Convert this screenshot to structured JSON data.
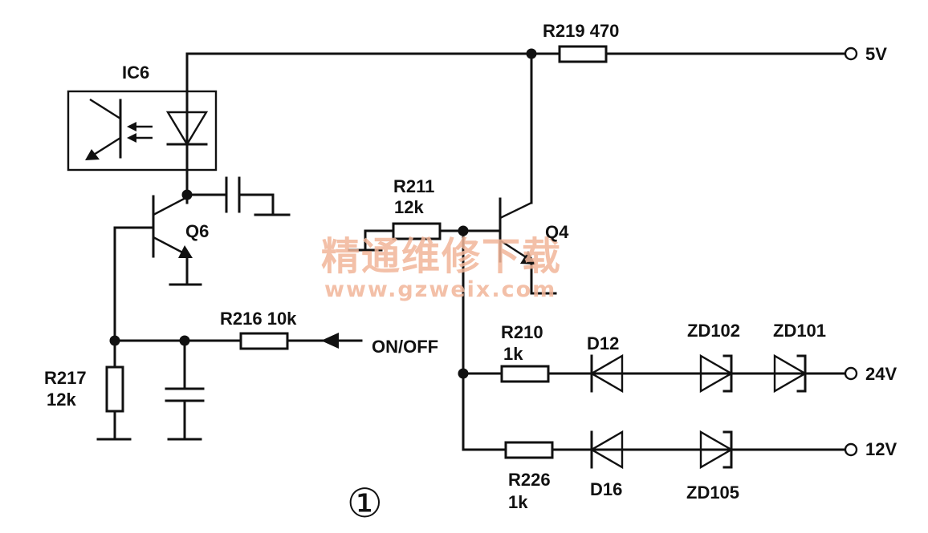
{
  "labels": {
    "ic6": "IC6",
    "r219": "R219 470",
    "v5": "5V",
    "r211_name": "R211",
    "r211_val": "12k",
    "q6": "Q6",
    "q4": "Q4",
    "r216": "R216 10k",
    "on_off": "ON/OFF",
    "r217_name": "R217",
    "r217_val": "12k",
    "r210_name": "R210",
    "r210_val": "1k",
    "d12": "D12",
    "zd102": "ZD102",
    "zd101": "ZD101",
    "v24": "24V",
    "r226_name": "R226",
    "r226_val": "1k",
    "d16": "D16",
    "zd105": "ZD105",
    "v12": "12V",
    "figure_number": "①"
  },
  "watermark": {
    "line1": "精通维修下载",
    "line2": "www.gzweix.com",
    "color": "#f2b69a"
  }
}
